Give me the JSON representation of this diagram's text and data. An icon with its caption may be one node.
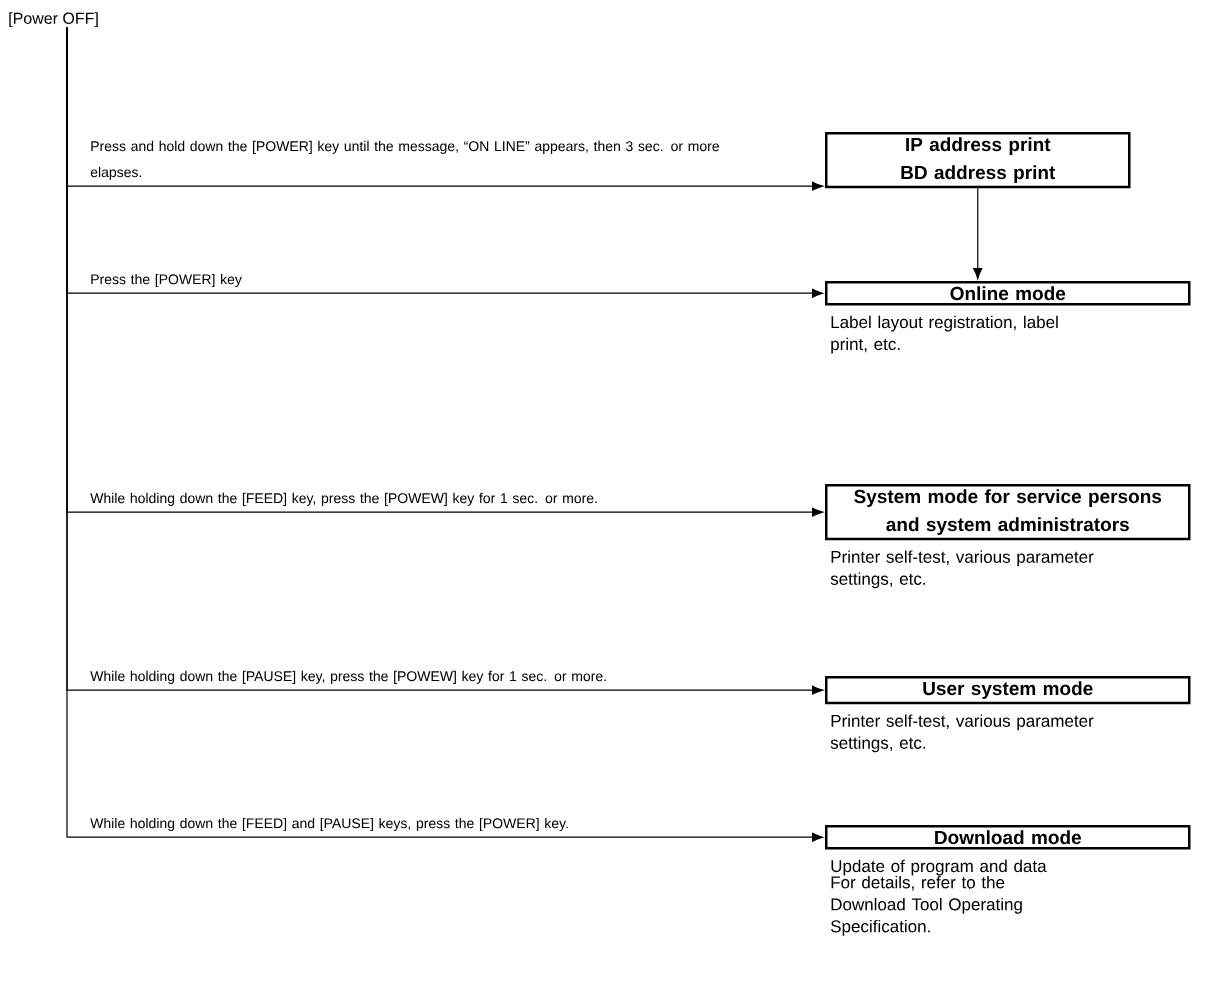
{
  "diagram": {
    "nodes": [
      {
        "text": [
          "[Power OFF]"
        ]
      },
      {
        "text": [
          "IP address print",
          "BD address print"
        ]
      },
      {
        "text": [
          "Online mode"
        ],
        "beside": [
          "Label layout registration, label print, etc."
        ]
      },
      {
        "text": [
          "System mode for service persons and system administrators"
        ],
        "beside": [
          "Printer self-test, various parameter settings, etc."
        ]
      },
      {
        "text": [
          "User system mode"
        ],
        "beside": [
          "Printer self-test, various parameter settings, etc."
        ]
      },
      {
        "text": [
          "Download mode"
        ],
        "beside": [
          "Update of program and data",
          "For details, refer to the Download Tool Operating Specification."
        ]
      }
    ],
    "edges": [
      {
        "from": 0,
        "to": 1,
        "arrow": "to",
        "label": "Press and hold down the [POWER] key until the message, “ON LINE” appears, then 3 sec. or more elapses."
      },
      {
        "from": 1,
        "to": 2,
        "arrow": "to"
      },
      {
        "from": 0,
        "to": 2,
        "arrow": "to",
        "label": "Press the [POWER] key"
      },
      {
        "from": 0,
        "to": 3,
        "arrow": "to",
        "label": "While holding down the [FEED] key, press the [POWEW] key for 1 sec. or more."
      },
      {
        "from": 0,
        "to": 4,
        "arrow": "to",
        "label": "While holding down the [PAUSE] key, press the [POWEW] key for 1 sec. or more."
      },
      {
        "from": 0,
        "to": 5,
        "arrow": "to",
        "label": "While holding down the [FEED] and [PAUSE] keys, press the [POWER] key."
      }
    ]
  }
}
